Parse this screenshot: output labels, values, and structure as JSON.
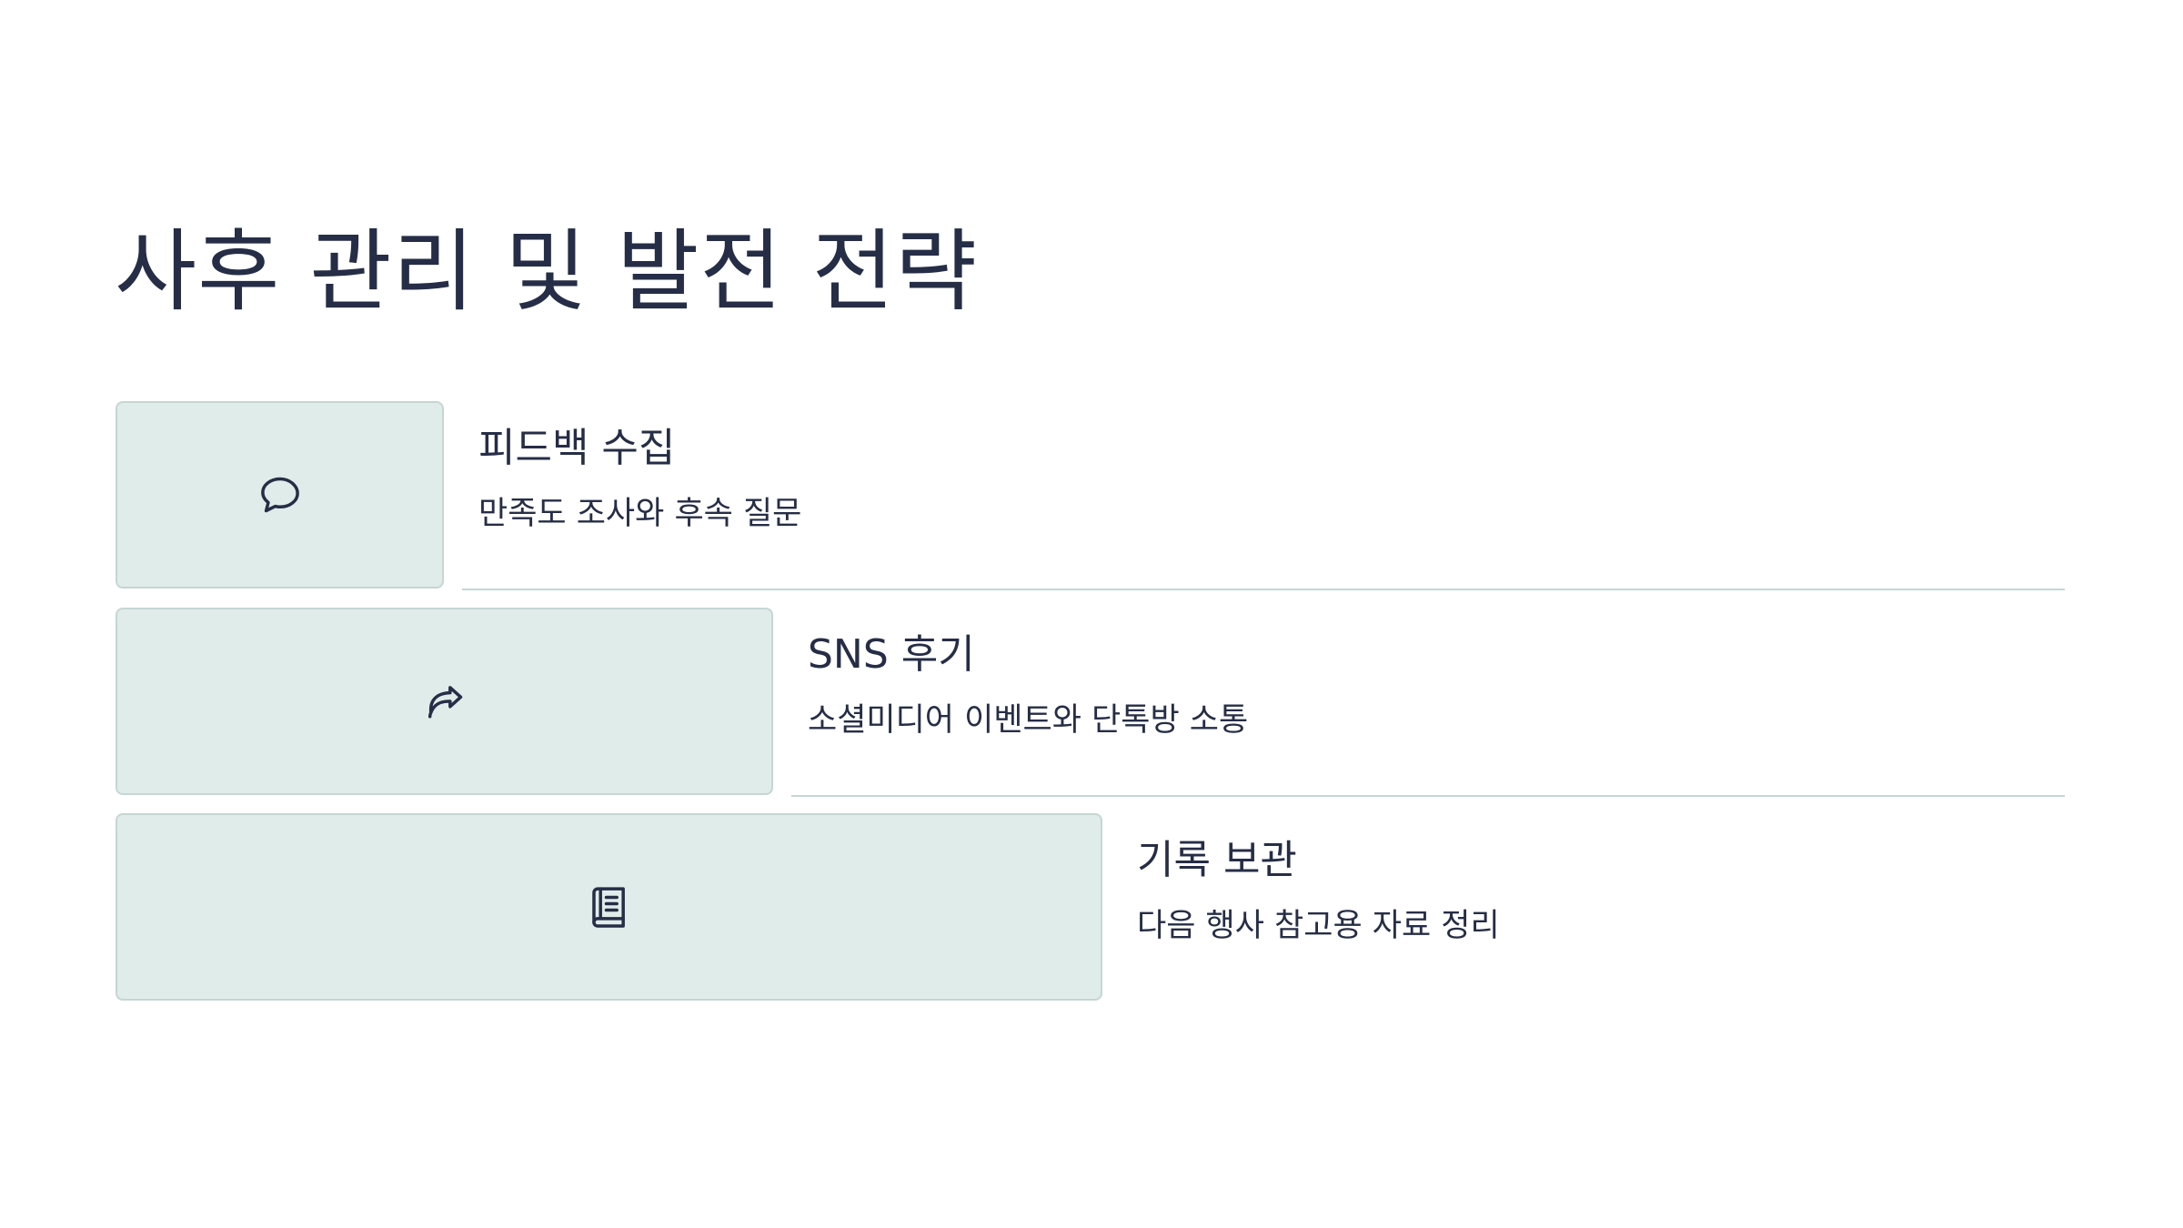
{
  "slide": {
    "title": "사후 관리 및 발전 전략",
    "items": [
      {
        "icon": "speech-bubble-icon",
        "title": "피드백 수집",
        "description": "만족도 조사와 후속 질문"
      },
      {
        "icon": "share-arrow-icon",
        "title": "SNS 후기",
        "description": "소셜미디어 이벤트와 단톡방 소통"
      },
      {
        "icon": "book-icon",
        "title": "기록 보관",
        "description": "다음 행사 참고용 자료 정리"
      }
    ]
  },
  "colors": {
    "text": "#262d46",
    "box_fill": "#e0ecea",
    "box_border": "#c5d6d3",
    "background": "#ffffff"
  }
}
